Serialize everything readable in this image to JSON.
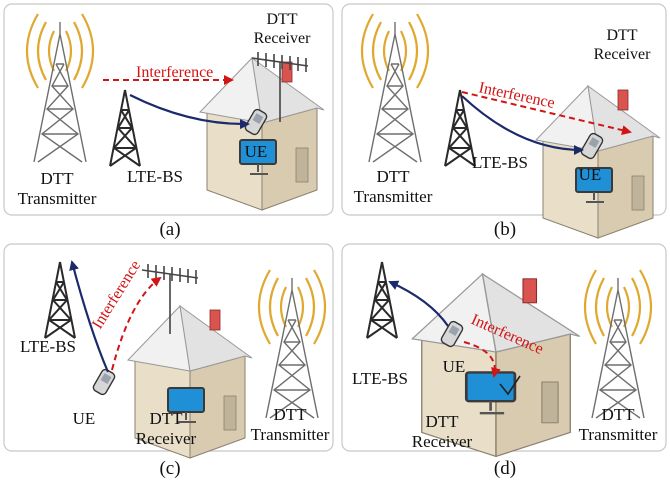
{
  "colors": {
    "panel_border": "#c8c8c8",
    "tower": "#2a2a2a",
    "tower_gray": "#6e6e6e",
    "waves": "#e0a82e",
    "signal_arrow": "#1b2a6b",
    "interference": "#d21414",
    "house_wall": "#e9dfc9",
    "house_roof": "#f1f1f1",
    "chimney": "#d9534f",
    "screen": "#1f8fd6"
  },
  "panels": [
    {
      "caption": "(a)",
      "labels": {
        "dtt_transmitter": [
          "DTT",
          "Transmitter"
        ],
        "lte_bs": "LTE-BS",
        "ue": "UE",
        "dtt_receiver": [
          "DTT",
          "Receiver"
        ],
        "interference": "Interference"
      }
    },
    {
      "caption": "(b)",
      "labels": {
        "dtt_transmitter": [
          "DTT",
          "Transmitter"
        ],
        "lte_bs": "LTE-BS",
        "ue": "UE",
        "dtt_receiver": [
          "DTT",
          "Receiver"
        ],
        "interference": "Interference"
      }
    },
    {
      "caption": "(c)",
      "labels": {
        "dtt_transmitter": [
          "DTT",
          "Transmitter"
        ],
        "lte_bs": "LTE-BS",
        "ue": "UE",
        "dtt_receiver": [
          "DTT",
          "Receiver"
        ],
        "interference": "Interference"
      }
    },
    {
      "caption": "(d)",
      "labels": {
        "dtt_transmitter": [
          "DTT",
          "Transmitter"
        ],
        "lte_bs": "LTE-BS",
        "ue": "UE",
        "dtt_receiver": [
          "DTT",
          "Receiver"
        ],
        "interference": "Interference"
      }
    }
  ]
}
